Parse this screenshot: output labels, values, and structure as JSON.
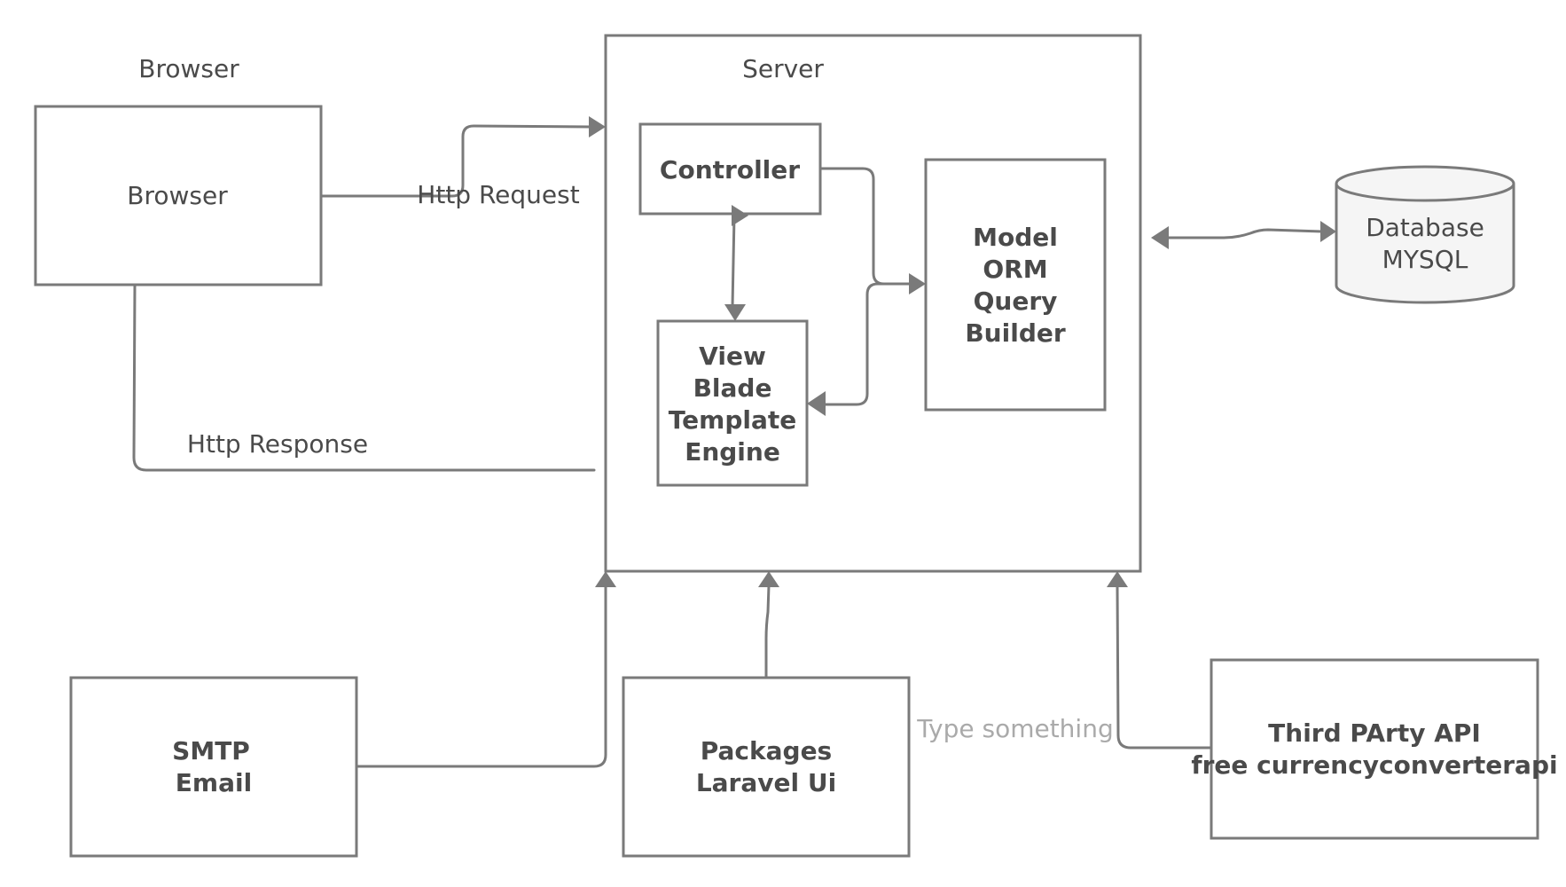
{
  "diagram": {
    "browser_label": "Browser",
    "browser_box": "Browser",
    "server_label": "Server",
    "http_request": "Http Request",
    "http_response": "Http Response",
    "controller": "Controller",
    "model": [
      "Model",
      "ORM",
      "Query",
      "Builder"
    ],
    "view": [
      "View",
      "Blade",
      "Template",
      "Engine"
    ],
    "database": [
      "Database",
      "MYSQL"
    ],
    "smtp": [
      "SMTP",
      "Email"
    ],
    "packages": [
      "Packages",
      "Laravel Ui"
    ],
    "third_party": [
      "Third PArty API",
      "free currencyconverterapi"
    ],
    "placeholder": "Type something",
    "colors": {
      "stroke": "#7a7a7a",
      "text": "#4a4a4a",
      "placeholder": "#aaaaaa",
      "db_fill": "#f5f5f5"
    }
  }
}
